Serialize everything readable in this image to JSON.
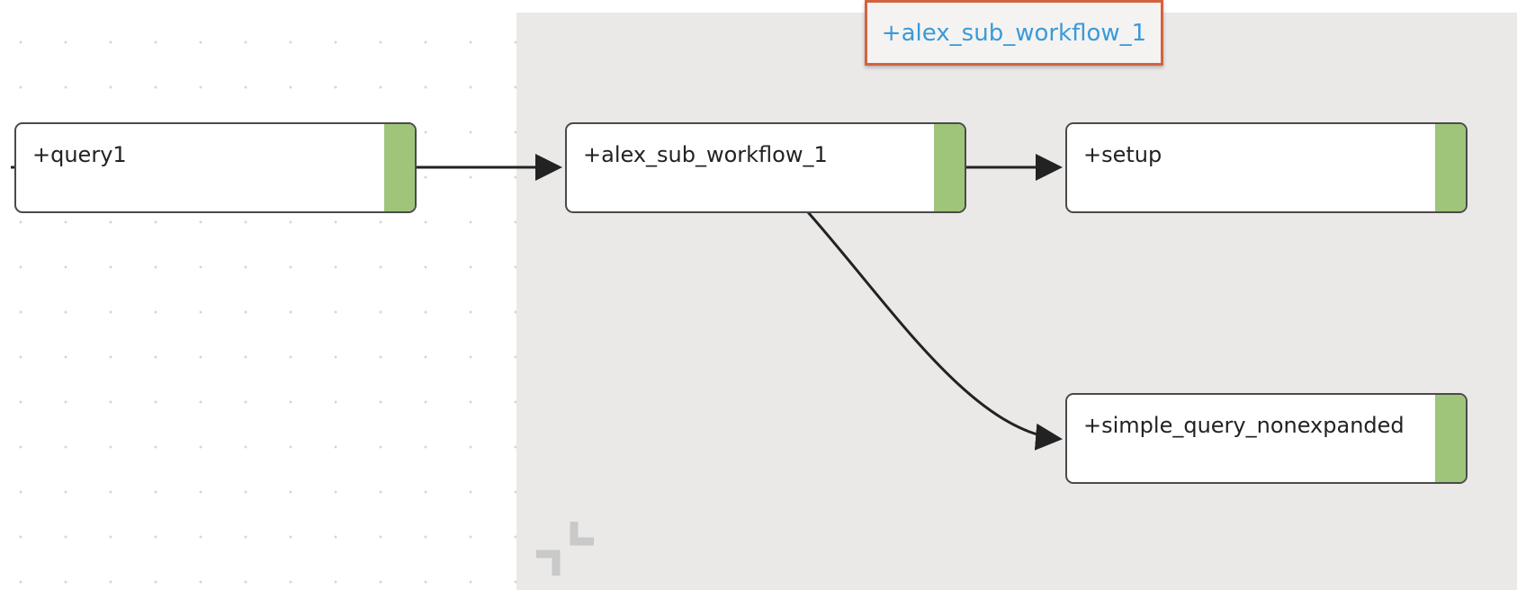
{
  "group": {
    "title": "+alex_sub_workflow_1"
  },
  "nodes": {
    "query1": {
      "label": "+query1"
    },
    "alex_sub_workflow_1": {
      "label": "+alex_sub_workflow_1"
    },
    "setup": {
      "label": "+setup"
    },
    "simple_query_nonexpanded": {
      "label": "+simple_query_nonexpanded"
    }
  },
  "edges": [
    {
      "from": "+query1",
      "to": "+alex_sub_workflow_1"
    },
    {
      "from": "+alex_sub_workflow_1",
      "to": "+setup"
    },
    {
      "from": "+alex_sub_workflow_1",
      "to": "+simple_query_nonexpanded"
    }
  ],
  "colors": {
    "status_success": "#9fc57a",
    "group_highlight_border": "#d3633f",
    "group_title_text": "#3a9ad9",
    "group_background": "#ebe9e8"
  },
  "icons": {
    "collapse": "collapse-group-icon"
  }
}
